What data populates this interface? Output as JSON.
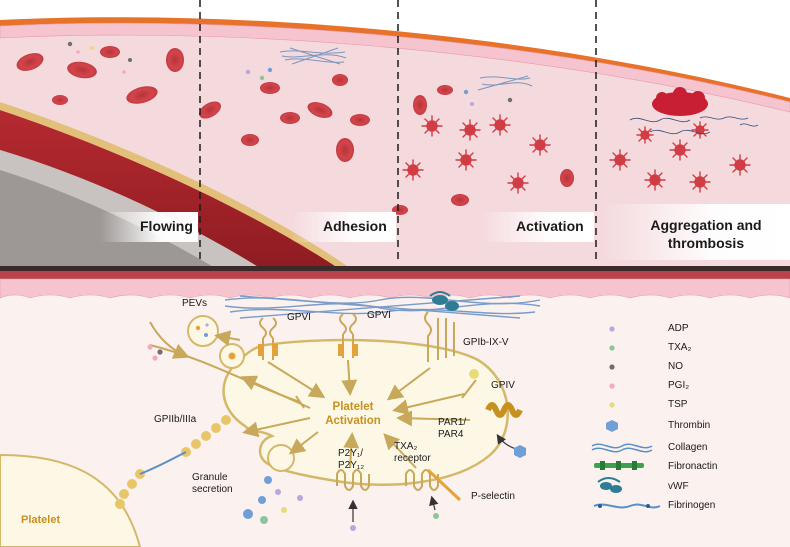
{
  "stages": {
    "flowing": "Flowing",
    "adhesion": "Adhesion",
    "activation": "Activation",
    "aggregation": "Aggregation and thrombosis"
  },
  "receptors": {
    "pevs": "PEVs",
    "gpvi_left": "GPVI",
    "gpvi_right": "GPVI",
    "gpib": "GPIb-IX-V",
    "gpiv": "GPIV",
    "gpiib": "GPIIb/IIIa",
    "par": "PAR1/\nPAR4",
    "p2y": "P2Y₁/\nP2Y₁₂",
    "txa2_receptor": "TXA₂\nreceptor",
    "granule": "Granule\nsecretion",
    "pselectin": "P-selectin",
    "platelet": "Platelet",
    "center": "Platelet\nActivation"
  },
  "legend": [
    {
      "label": "ADP",
      "color": "#b9a6e0",
      "icon": "dot-icon"
    },
    {
      "label": "TXA₂",
      "color": "#8fc49a",
      "icon": "dot-icon"
    },
    {
      "label": "NO",
      "color": "#6e6e6e",
      "icon": "dot-icon"
    },
    {
      "label": "PGI₂",
      "color": "#f2a9c4",
      "icon": "dot-icon"
    },
    {
      "label": "TSP",
      "color": "#e6dc7a",
      "icon": "dot-icon"
    },
    {
      "label": "Thrombin",
      "color": "#6f9fd6",
      "icon": "hexagon-icon"
    },
    {
      "label": "Collagen",
      "color": "#5a8fc8",
      "icon": "collagen-icon"
    },
    {
      "label": "Fibronactin",
      "color": "#3fa04f",
      "icon": "fibronectin-icon"
    },
    {
      "label": "vWF",
      "color": "#2f7d93",
      "icon": "vwf-icon"
    },
    {
      "label": "Fibrinogen",
      "color": "#5a8fc8",
      "icon": "fibrinogen-icon"
    }
  ],
  "colors": {
    "vessel_red": "#c0353a",
    "endothelium": "#f4c9d3",
    "platelet_fill": "#fdf8e6",
    "platelet_stroke": "#d4b86a",
    "accent_gold": "#c8901f"
  }
}
